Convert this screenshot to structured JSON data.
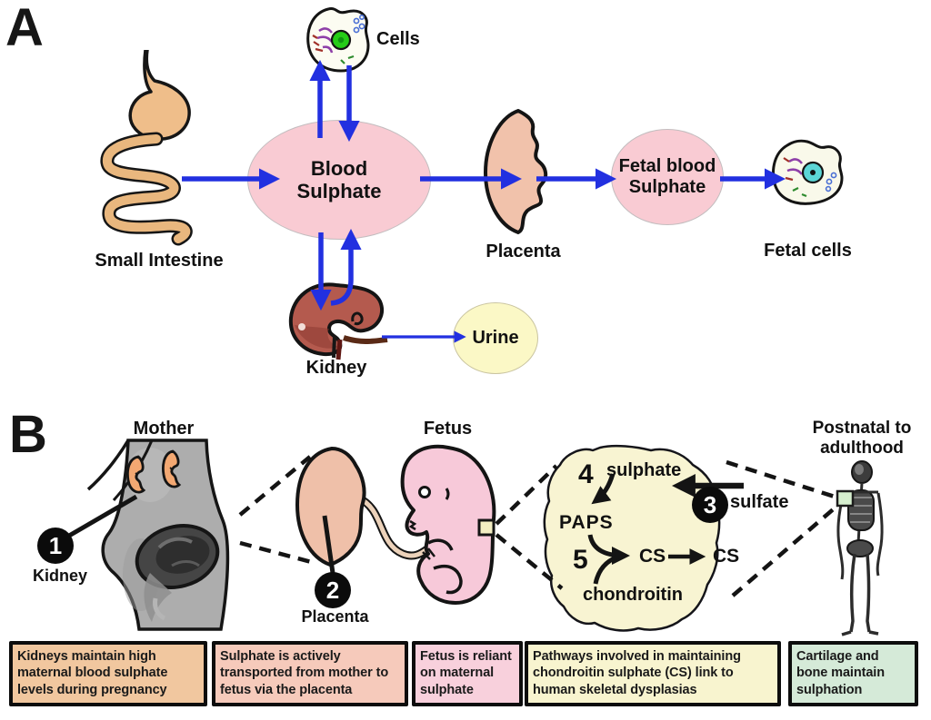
{
  "figure": {
    "panel_a": {
      "panel_label": "A",
      "small_intestine_label": "Small Intestine",
      "cells_label": "Cells",
      "blood_sulphate": {
        "line1": "Blood",
        "line2": "Sulphate"
      },
      "placenta_label": "Placenta",
      "fetal_blood_sulphate": {
        "line1": "Fetal blood",
        "line2": "Sulphate"
      },
      "fetal_cells_label": "Fetal cells",
      "kidney_label": "Kidney",
      "urine_label": "Urine"
    },
    "panel_b": {
      "panel_label": "B",
      "mother_title": "Mother",
      "fetus_title": "Fetus",
      "postnatal_title": {
        "line1": "Postnatal to",
        "line2": "adulthood"
      },
      "markers": [
        {
          "number": "1",
          "label": "Kidney"
        },
        {
          "number": "2",
          "label": "Placenta"
        },
        {
          "number": "3",
          "label": "sulfate"
        }
      ],
      "pathway": {
        "step4": "4",
        "sulphate": "sulphate",
        "paps": "PAPS",
        "step5": "5",
        "cs_intracellular": "CS",
        "cs_extracellular": "CS",
        "chondroitin": "chondroitin"
      },
      "captions": [
        {
          "text": "Kidneys maintain high maternal blood sulphate levels during pregnancy",
          "bg": "#f1c79f"
        },
        {
          "text": "Sulphate is actively transported from mother to fetus via the placenta",
          "bg": "#f6cabb"
        },
        {
          "text": "Fetus is reliant on maternal sulphate",
          "bg": "#f8d0dc"
        },
        {
          "text": "Pathways involved in maintaining chondroitin sulphate (CS) link to human skeletal dysplasias",
          "bg": "#f8f4cf"
        },
        {
          "text": "Cartilage and bone maintain sulphation",
          "bg": "#d5ead8"
        }
      ]
    },
    "colors": {
      "arrow_blue": "#2230e0",
      "node_pink": "#f9cbd3",
      "urine_yellow": "#fbf8c6",
      "cell_yellow": "#f8f4d2",
      "placenta_salmon": "#f1c2ab",
      "fetus_pink": "#f7c9d9",
      "marker_black": "#0b0b0b"
    }
  }
}
